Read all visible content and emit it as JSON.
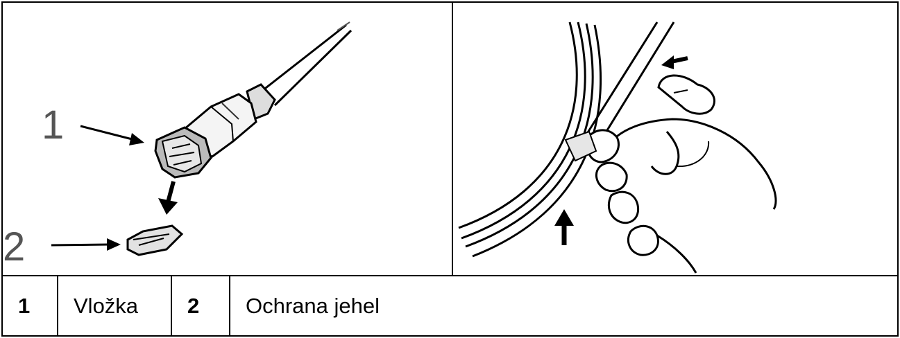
{
  "illustration_left": {
    "callout_1": "1",
    "callout_2": "2"
  },
  "legend": [
    {
      "number": "1",
      "label": "Vložka"
    },
    {
      "number": "2",
      "label": "Ochrana jehel"
    }
  ]
}
